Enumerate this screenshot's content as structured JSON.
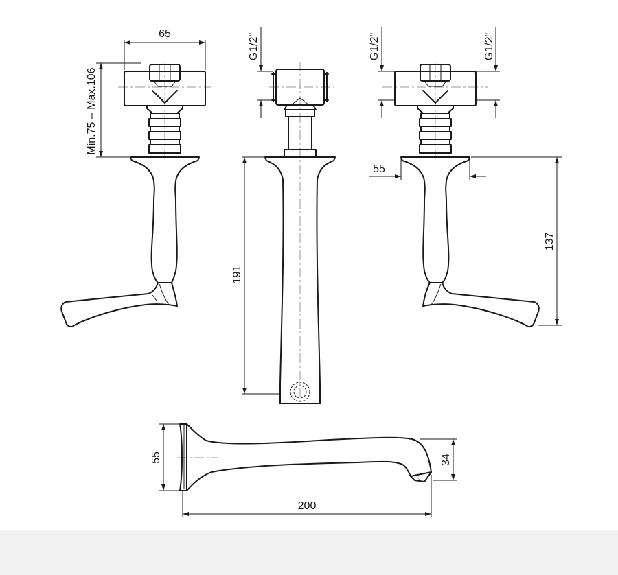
{
  "dimensions": {
    "handle_width": "65",
    "handle_height_range": "Min.75  –  Max.106",
    "thread_spout": "G1/2\"",
    "thread_right_left": "G1/2\"",
    "thread_right_right": "G1/2\"",
    "flange_width": "55",
    "handle_height": "137",
    "spout_height": "191",
    "spout_flange": "55",
    "spout_tip": "34",
    "spout_length": "200"
  }
}
